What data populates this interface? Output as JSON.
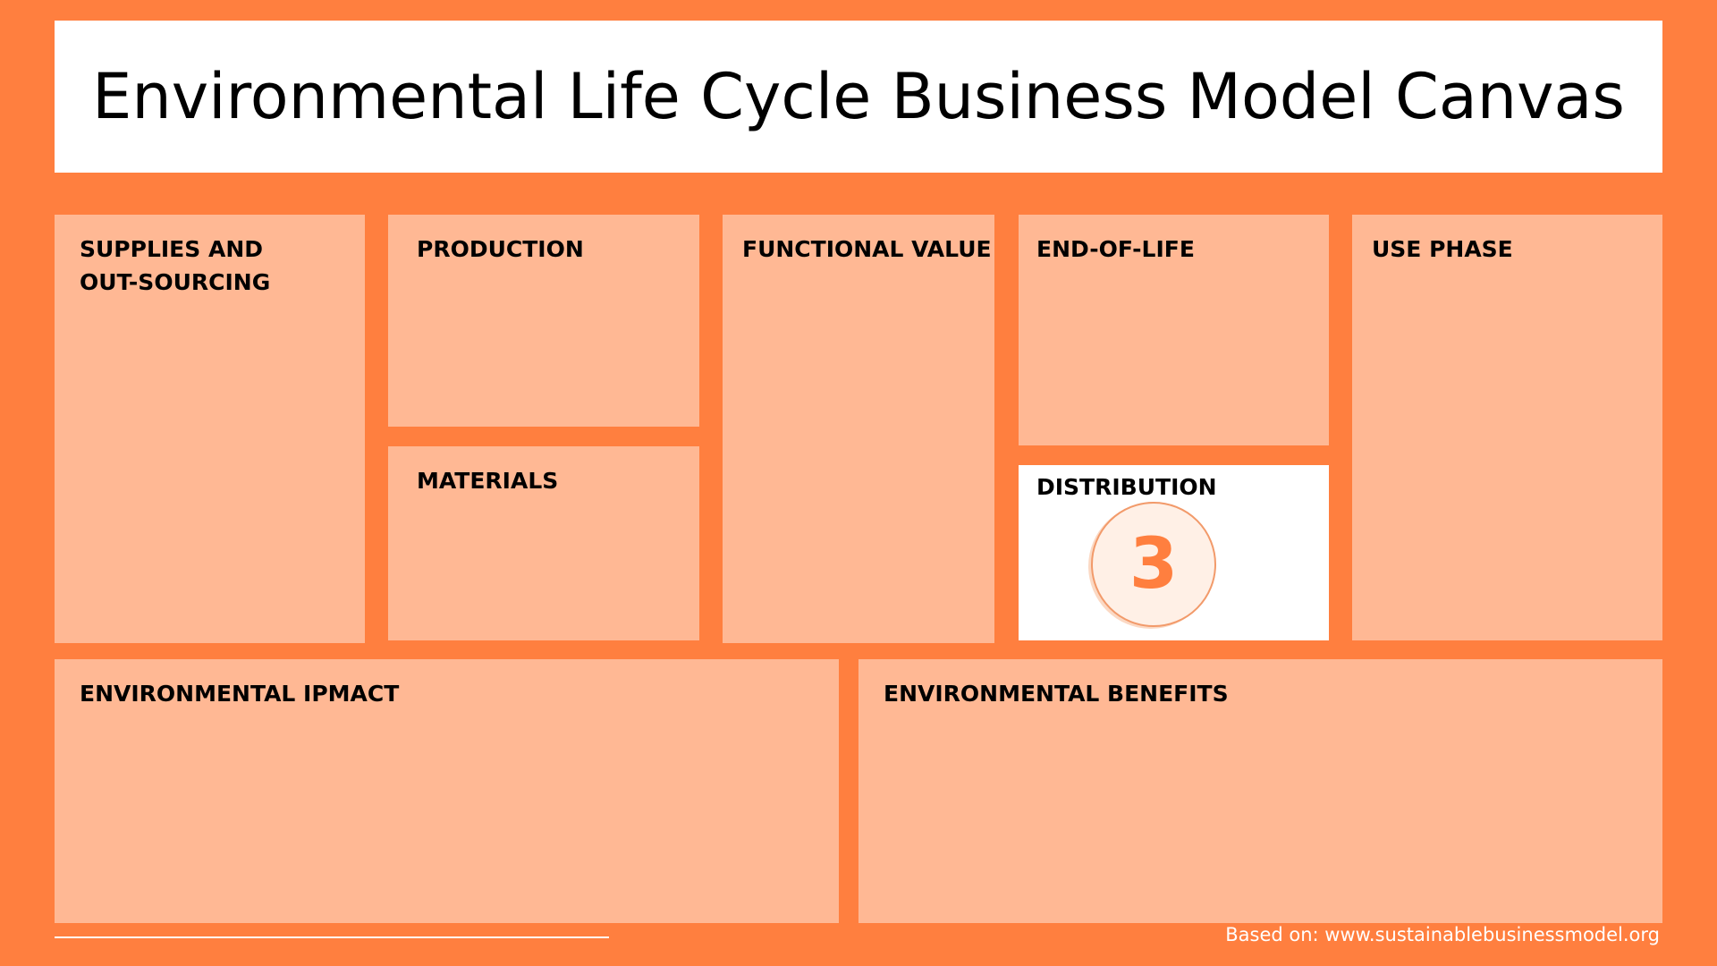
{
  "title": "Environmental Life Cycle Business Model Canvas",
  "sections": {
    "supplies": "SUPPLIES AND\nOUT-SOURCING",
    "production": "PRODUCTION",
    "materials": "MATERIALS",
    "functional_value": "FUNCTIONAL VALUE",
    "end_of_life": "END-OF-LIFE",
    "distribution": "DISTRIBUTION",
    "use_phase": "USE PHASE",
    "environmental_impact": "ENVIRONMENTAL IPMACT",
    "environmental_benefits": "ENVIRONMENTAL BENEFITS"
  },
  "distribution_step": "3",
  "footer": {
    "credit": "Based on: www.sustainablebusinessmodel.org"
  },
  "colors": {
    "background": "#FF7F3F",
    "box_fill": "#FFB894",
    "highlight_box": "#FFFFFF",
    "badge_number": "#FF7F3F",
    "title_text": "#000000"
  }
}
